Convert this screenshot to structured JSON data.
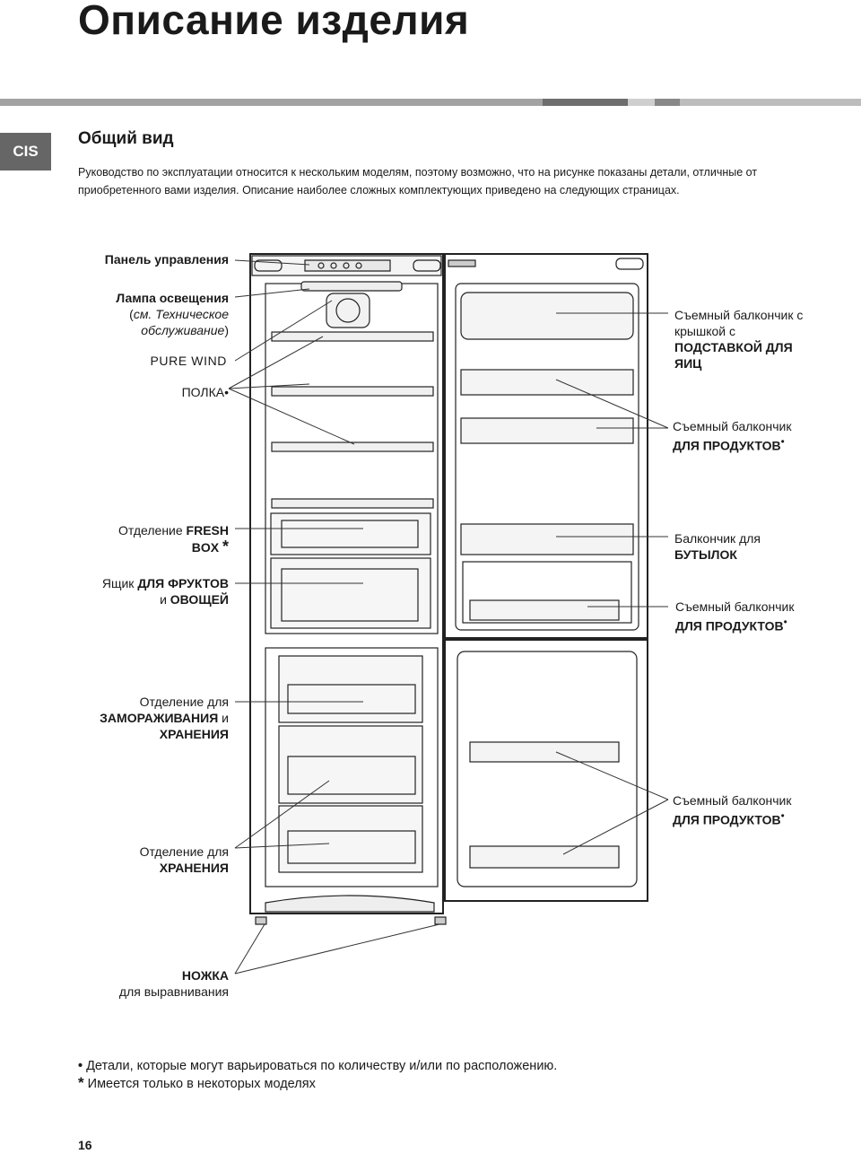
{
  "header": {
    "title": "Описание изделия",
    "region_tab": "CIS",
    "bar_colors": [
      "#a3a3a3",
      "#6e6e6e",
      "#cfcfcf",
      "#888888",
      "#bdbdbd"
    ]
  },
  "section": {
    "title": "Общий вид",
    "intro_line1": "Руководство по эксплуатации относится к нескольким моделям, поэтому возможно, что на рисунке показаны детали, отличные от",
    "intro_line2": "приобретенного вами изделия. Описание наиболее сложных комплектующих приведено на следующих страницах."
  },
  "labels_left": {
    "control_panel": "Панель управления",
    "lamp": "Лампа освещения",
    "lamp_ref_open": "(",
    "lamp_ref_see": "см. Техническое",
    "lamp_ref_service": "обслуживание",
    "lamp_ref_close": ")",
    "pure_wind": "PURE WIND",
    "shelf": "ПОЛКА",
    "fresh_prefix": "Отделение ",
    "fresh_bold": "FRESH",
    "fresh_bold2": "BOX",
    "fresh_star": "*",
    "crisper_prefix": "Ящик ",
    "crisper_bold": "ДЛЯ ФРУКТОВ",
    "crisper_and": "и ",
    "crisper_bold2": "ОВОЩЕЙ",
    "freeze_line1": "Отделение для",
    "freeze_bold": "ЗАМОРАЖИВАНИЯ",
    "freeze_and": " и",
    "freeze_bold2": "ХРАНЕНИЯ",
    "storage_line1": "Отделение для",
    "storage_bold": "ХРАНЕНИЯ",
    "feet_bold": "НОЖКА",
    "feet_line2": "для выравнивания"
  },
  "labels_right": {
    "egg_line1": "Съемный балкончик с",
    "egg_line2": "крышкой с",
    "egg_bold1": "ПОДСТАВКОЙ ДЛЯ",
    "egg_bold2": "ЯИЦ",
    "bal1_line1": "Съемный балкончик",
    "bal1_bold": "ДЛЯ ПРОДУКТОВ",
    "bottle_line1": "Балкончик для",
    "bottle_bold": "БУТЫЛОК",
    "bal2_line1": "Съемный балкончик",
    "bal2_bold": "ДЛЯ ПРОДУКТОВ",
    "bal3_line1": "Съемный балкончик",
    "bal3_bold": "ДЛЯ ПРОДУКТОВ",
    "bullet": "•"
  },
  "footnotes": {
    "bullet_symbol": "•",
    "bullet_text": "Детали, которые могут варьироваться по количеству и/или по расположению.",
    "star_symbol": "*",
    "star_text": "Имеется только в некоторых моделях"
  },
  "page_number": "16"
}
